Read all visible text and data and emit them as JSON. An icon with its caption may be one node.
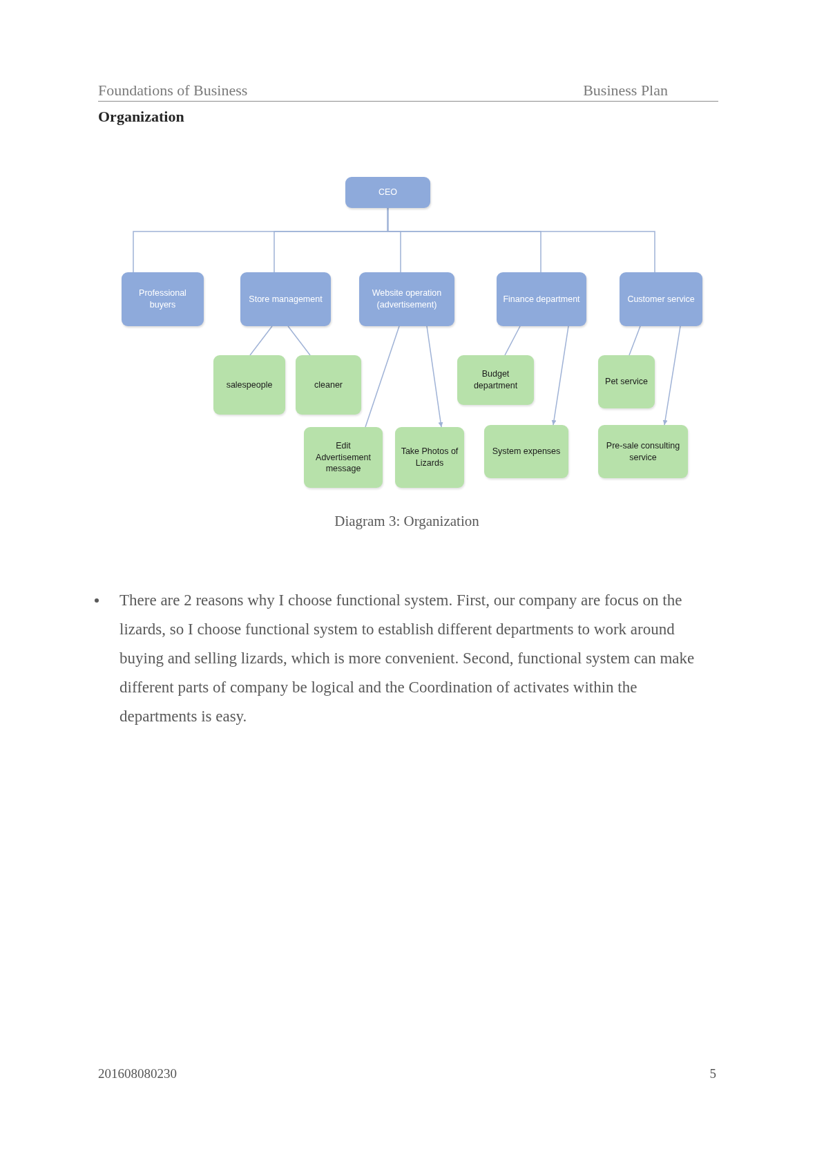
{
  "diagram": {
    "title": "Organization",
    "caption": "Diagram 3: Organization",
    "nodes": [
      {
        "text": [
          "CEO"
        ]
      },
      {
        "text": [
          "Professional buyers"
        ]
      },
      {
        "text": [
          "Store management"
        ]
      },
      {
        "text": [
          "Website operation (advertisement)"
        ]
      },
      {
        "text": [
          "Finance department"
        ]
      },
      {
        "text": [
          "Customer service"
        ]
      },
      {
        "text": [
          "salespeople"
        ]
      },
      {
        "text": [
          "cleaner"
        ]
      },
      {
        "text": [
          "Edit Advertisement message"
        ]
      },
      {
        "text": [
          "Take Photos of Lizards"
        ]
      },
      {
        "text": [
          "Budget department"
        ]
      },
      {
        "text": [
          "System expenses"
        ]
      },
      {
        "text": [
          "Pet service"
        ]
      },
      {
        "text": [
          "Pre-sale consulting service"
        ]
      }
    ],
    "edges": [
      {
        "from": 0,
        "to": 1,
        "arrow": "none"
      },
      {
        "from": 0,
        "to": 2,
        "arrow": "none"
      },
      {
        "from": 0,
        "to": 3,
        "arrow": "none"
      },
      {
        "from": 0,
        "to": 4,
        "arrow": "none"
      },
      {
        "from": 0,
        "to": 5,
        "arrow": "none"
      },
      {
        "from": 2,
        "to": 6,
        "arrow": "none"
      },
      {
        "from": 2,
        "to": 7,
        "arrow": "none"
      },
      {
        "from": 3,
        "to": 8,
        "arrow": "none"
      },
      {
        "from": 3,
        "to": 9,
        "arrow": "to"
      },
      {
        "from": 4,
        "to": 10,
        "arrow": "none"
      },
      {
        "from": 4,
        "to": 11,
        "arrow": "to"
      },
      {
        "from": 5,
        "to": 12,
        "arrow": "none"
      },
      {
        "from": 5,
        "to": 13,
        "arrow": "to"
      }
    ],
    "labels": [
      "Foundations of Business",
      "Business Plan",
      "There are 2 reasons why I choose functional system. First, our company are focus on the lizards, so I choose functional system to establish different departments to work around buying and selling lizards, which is more convenient. Second, functional system can make different parts of company be logical and the Coordination of activates within the departments is easy.",
      "201608080230",
      "5"
    ]
  }
}
